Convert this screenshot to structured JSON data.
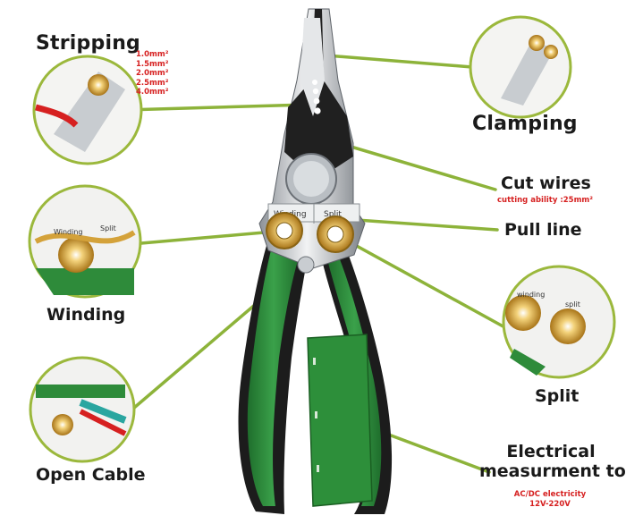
{
  "features": {
    "stripping": {
      "title": "Stripping",
      "sizes": [
        "1.0mm²",
        "1.5mm²",
        "2.0mm²",
        "2.5mm²",
        "4.0mm²"
      ]
    },
    "clamping": {
      "title": "Clamping"
    },
    "cut_wires": {
      "title": "Cut wires",
      "note": "cutting ability :25mm²"
    },
    "pull_line": {
      "title": "Pull line"
    },
    "winding": {
      "title": "Winding",
      "tag": "Winding"
    },
    "split": {
      "title": "Split",
      "tag": "Split"
    },
    "open_cable": {
      "title": "Open Cable"
    },
    "electrical": {
      "title_line1": "Electrical",
      "title_line2": "measurment tool",
      "note_line1": "AC/DC electricity",
      "note_line2": "12V-220V"
    }
  },
  "inset_tags": {
    "winding": "winding",
    "split": "split",
    "winding_left": "Winding",
    "split_left": "Split"
  },
  "colors": {
    "handle_green": "#2e8b3a",
    "handle_black": "#1c1c1c",
    "leader_line": "#8db33a",
    "accent_red": "#d62020",
    "brass": "#d4a23a",
    "steel": "#c8ccd0"
  }
}
